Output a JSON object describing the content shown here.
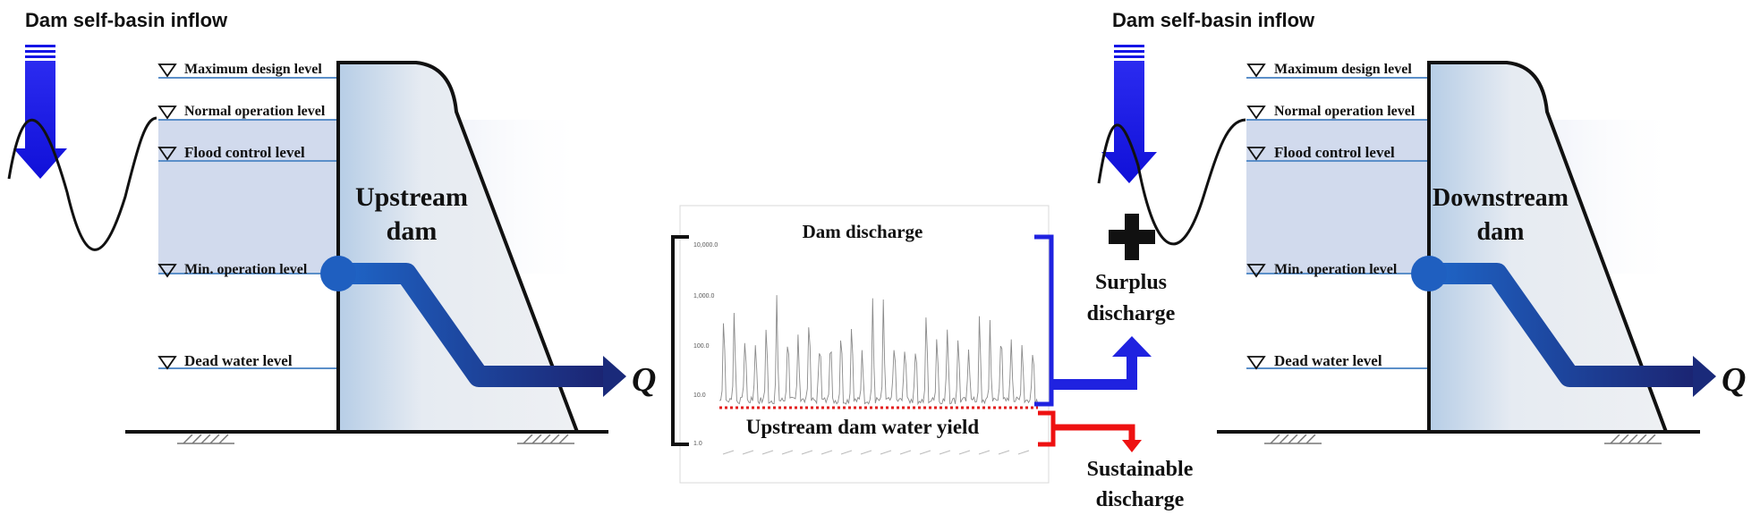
{
  "inflow_label": "Dam self-basin inflow",
  "levels": {
    "max_design": "Maximum design level",
    "normal_operation": "Normal operation level",
    "flood_control": "Flood control level",
    "min_operation": "Min. operation level",
    "dead_water": "Dead water level"
  },
  "upstream_dam": {
    "line1": "Upstream",
    "line2": "dam"
  },
  "downstream_dam": {
    "line1": "Downstream",
    "line2": "dam"
  },
  "outflow_symbol": "Q",
  "chart": {
    "title": "Dam discharge",
    "y_ticks": [
      "10,000.0",
      "1,000.0",
      "100.0",
      "10.0",
      "1.0"
    ],
    "overlay_label": "Upstream dam water yield"
  },
  "surplus": {
    "line1": "Surplus",
    "line2": "discharge"
  },
  "sustainable": {
    "line1": "Sustainable",
    "line2": "discharge"
  },
  "plus_symbol": "+",
  "colors": {
    "inflow_arrow": "#1515e6",
    "reservoir_fill": "#c9d3ea",
    "level_line": "#5b8fc9",
    "pipe_start": "#1f5fc0",
    "pipe_end": "#1a2a7a",
    "surplus_bracket": "#1f22e0",
    "sustainable_bracket": "#ee1111",
    "threshold_line": "#e31b1b",
    "chart_series": "#8a8a8a"
  }
}
